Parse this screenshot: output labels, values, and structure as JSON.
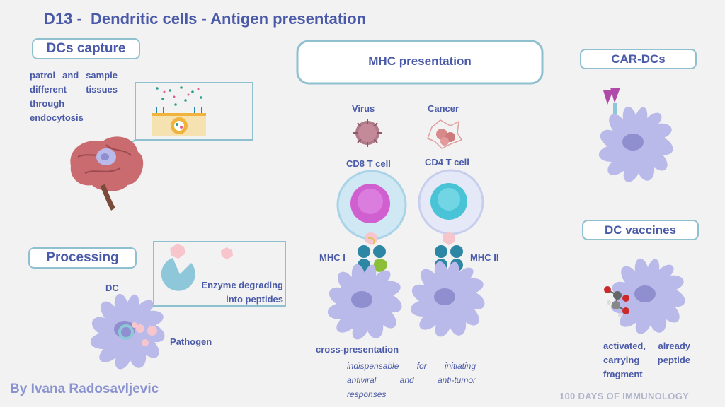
{
  "title": "D13 -  Dendritic cells - Antigen presentation",
  "capture": {
    "heading": "DCs capture",
    "description": [
      "patrol and sample",
      "different tissues",
      "through",
      "endocytosis"
    ]
  },
  "processing": {
    "heading": "Processing",
    "dc_label": "DC",
    "pathogen_label": "Pathogen",
    "enzyme_label": [
      "Enzyme degrading",
      "into peptides"
    ]
  },
  "mhc": {
    "heading": "MHC presentation",
    "virus_label": "Virus",
    "cancer_label": "Cancer",
    "cd8_label": "CD8 T cell",
    "cd4_label": "CD4 T cell",
    "mhc1_label": "MHC I",
    "mhc2_label": "MHC II",
    "cross_label": "cross-presentation",
    "cross_description": [
      "indispensable for initiating",
      "antiviral and anti-tumor",
      "responses"
    ]
  },
  "car_dcs": {
    "heading": "CAR-DCs"
  },
  "vaccines": {
    "heading": "DC vaccines",
    "description": [
      "activated, already",
      "carrying peptide",
      "fragment"
    ]
  },
  "author": "By Ivana Radosavljevic",
  "series": "100 DAYS OF IMMUNOLOGY",
  "colors": {
    "heading_text": "#4a5aa8",
    "box_border": "#8fc0d0",
    "dc_cell": "#b9b9ea",
    "dc_nucleus": "#8f8fcf",
    "peptide_pink": "#f6c6cc",
    "mhc_teal": "#2e86a5",
    "mhc_green": "#8bbf3a",
    "cd8_nucleus": "#d05fd0",
    "cd4_nucleus": "#49c3d6"
  }
}
